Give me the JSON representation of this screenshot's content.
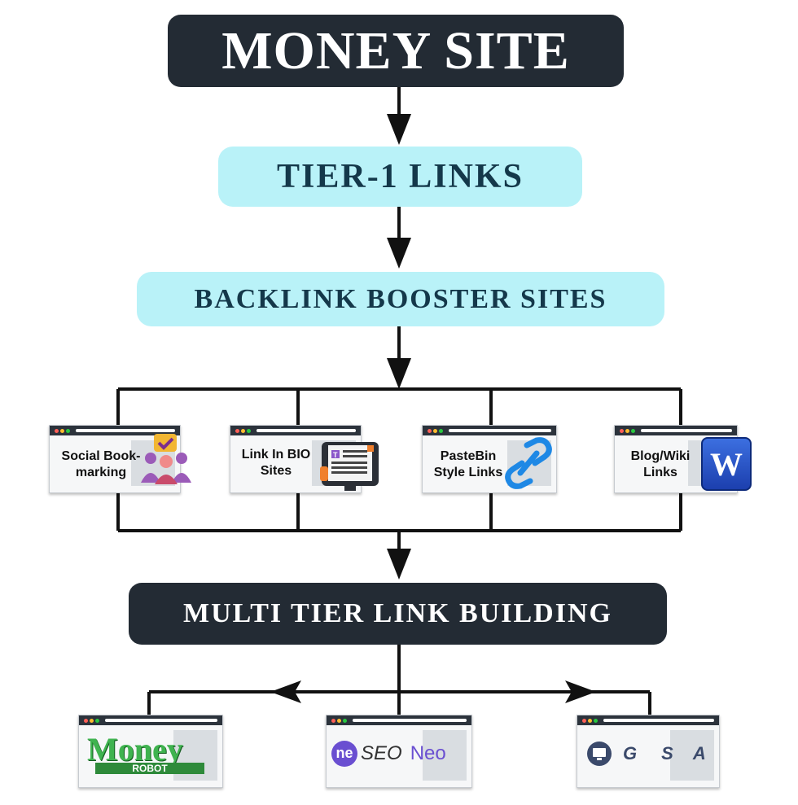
{
  "money_site": {
    "label": "MONEY SITE"
  },
  "tier1": {
    "label": "TIER-1 LINKS"
  },
  "booster": {
    "label": "BACKLINK BOOSTER SITES"
  },
  "booster_sites": [
    {
      "label": "Social Book-\nmarking",
      "icon": "people-check-icon"
    },
    {
      "label": "Link In BIO\nSites",
      "icon": "bio-page-icon"
    },
    {
      "label": "PasteBin\nStyle Links",
      "icon": "chain-link-icon"
    },
    {
      "label": "Blog/Wiki\nLinks",
      "icon": "wikipedia-w-icon",
      "icon_text": "W"
    }
  ],
  "multi_tier": {
    "label": "MULTI TIER LINK BUILDING"
  },
  "tools": [
    {
      "name": "Money Robot",
      "logo_main": "Money",
      "logo_sub": "ROBOT",
      "icon": "money-robot-logo"
    },
    {
      "name": "SEO Neo",
      "logo_badge": "ne",
      "logo_mid": "SEO",
      "logo_end": "Neo",
      "icon": "seo-neo-logo"
    },
    {
      "name": "GSA",
      "logo_letters": [
        "G",
        "S",
        "A"
      ],
      "icon": "gsa-logo"
    }
  ],
  "colors": {
    "dark_box": "#232b34",
    "light_box": "#b9f2f8",
    "light_text": "#14384a",
    "connector": "#111111"
  }
}
